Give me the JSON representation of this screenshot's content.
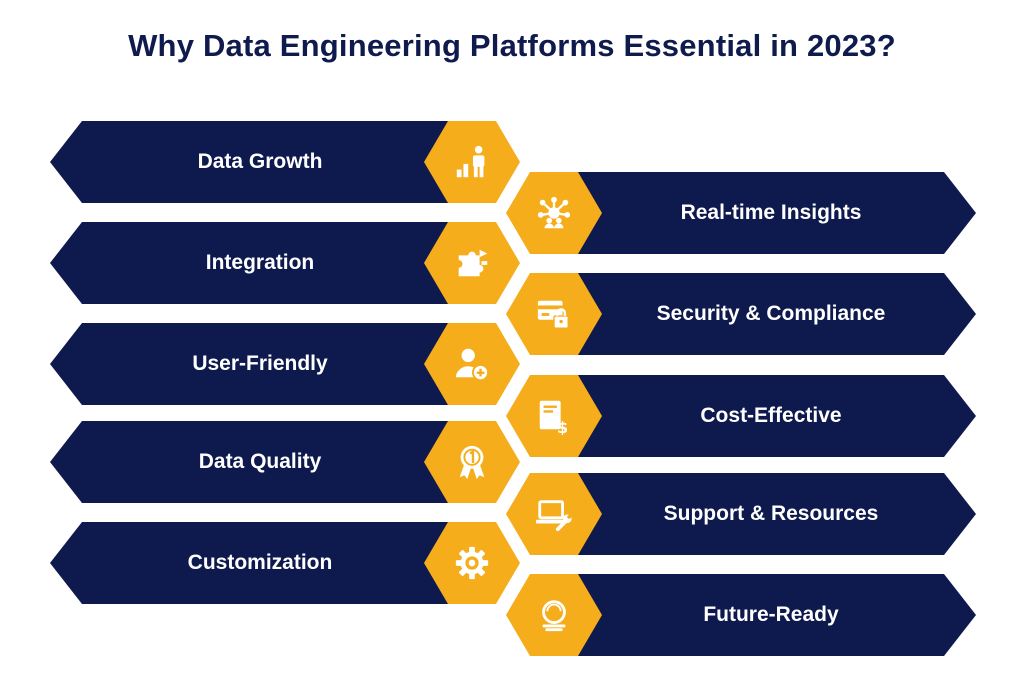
{
  "title": "Why Data Engineering Platforms Essential in 2023?",
  "colors": {
    "banner": "#0e1a4e",
    "accent": "#f5ad1b",
    "title": "#0f1a4d"
  },
  "left_items": [
    {
      "label": "Data Growth",
      "icon": "growth-chart-icon"
    },
    {
      "label": "Integration",
      "icon": "integration-puzzle-icon"
    },
    {
      "label": "User-Friendly",
      "icon": "user-add-icon"
    },
    {
      "label": "Data Quality",
      "icon": "quality-badge-icon"
    },
    {
      "label": "Customization",
      "icon": "gear-icon"
    }
  ],
  "right_items": [
    {
      "label": "Real-time Insights",
      "icon": "network-hub-icon"
    },
    {
      "label": "Security & Compliance",
      "icon": "secure-card-icon"
    },
    {
      "label": "Cost-Effective",
      "icon": "cost-document-icon"
    },
    {
      "label": "Support & Resources",
      "icon": "laptop-wrench-icon"
    },
    {
      "label": "Future-Ready",
      "icon": "future-globe-icon"
    }
  ]
}
